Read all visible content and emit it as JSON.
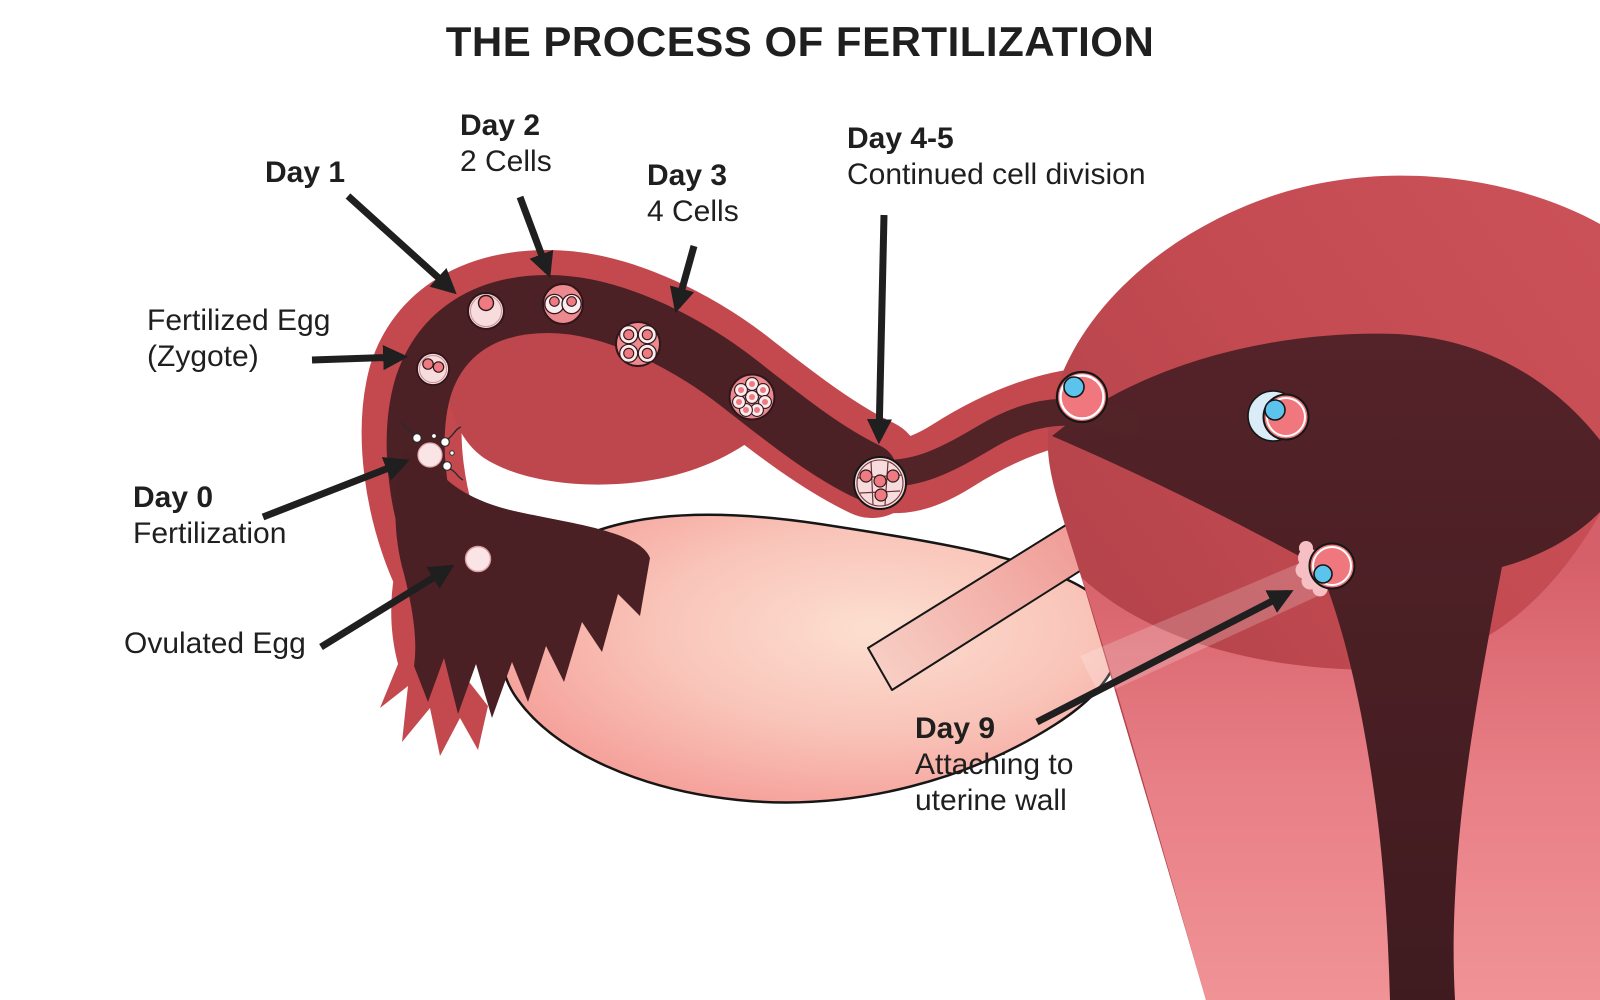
{
  "title": "THE PROCESS OF FERTILIZATION",
  "annotations": {
    "day1": {
      "label": "Day 1"
    },
    "day2": {
      "label": "Day 2",
      "desc": "2 Cells"
    },
    "day3": {
      "label": "Day 3",
      "desc": "4 Cells"
    },
    "day4_5": {
      "label": "Day 4-5",
      "desc": "Continued cell division"
    },
    "fertilized_egg": {
      "label": "Fertilized Egg",
      "desc": "(Zygote)"
    },
    "day0": {
      "label": "Day 0",
      "desc": "Fertilization"
    },
    "ovulated_egg": {
      "label": "Ovulated Egg"
    },
    "day9": {
      "label": "Day 9",
      "desc_line1": "Attaching to",
      "desc_line2": "uterine wall"
    }
  },
  "colors": {
    "background": "#FFFFFF",
    "text": "#1F1F1F",
    "arrow": "#1F1F1F",
    "tube_red": "#C4494E",
    "tube_red_inner": "#BE474D",
    "lumen_dark": "#4C2125",
    "lumen_isthmus": "#522428",
    "fimbriae_dark": "#4A2024",
    "uterus_red": "#C24A50",
    "cavity_dark": "#4C2127",
    "inner_wall_pink": "#E87F86",
    "ovary_pink": "#F1908C",
    "ovary_light": "#FCDFD0",
    "ligament_pink": "#F2B3AC",
    "cell_light": "#F7DCDE",
    "cell_pale": "#FBEDEE",
    "cell_body_pink": "#EC8A8F",
    "nucleus_pink": "#EE7B81",
    "blastocyst_pink": "#F0777D",
    "icm_blue": "#5CC3EC",
    "pale_blue": "#DAECF7",
    "decidua_pink": "#F6BFC3",
    "sperm_white": "#FFFFFF"
  }
}
